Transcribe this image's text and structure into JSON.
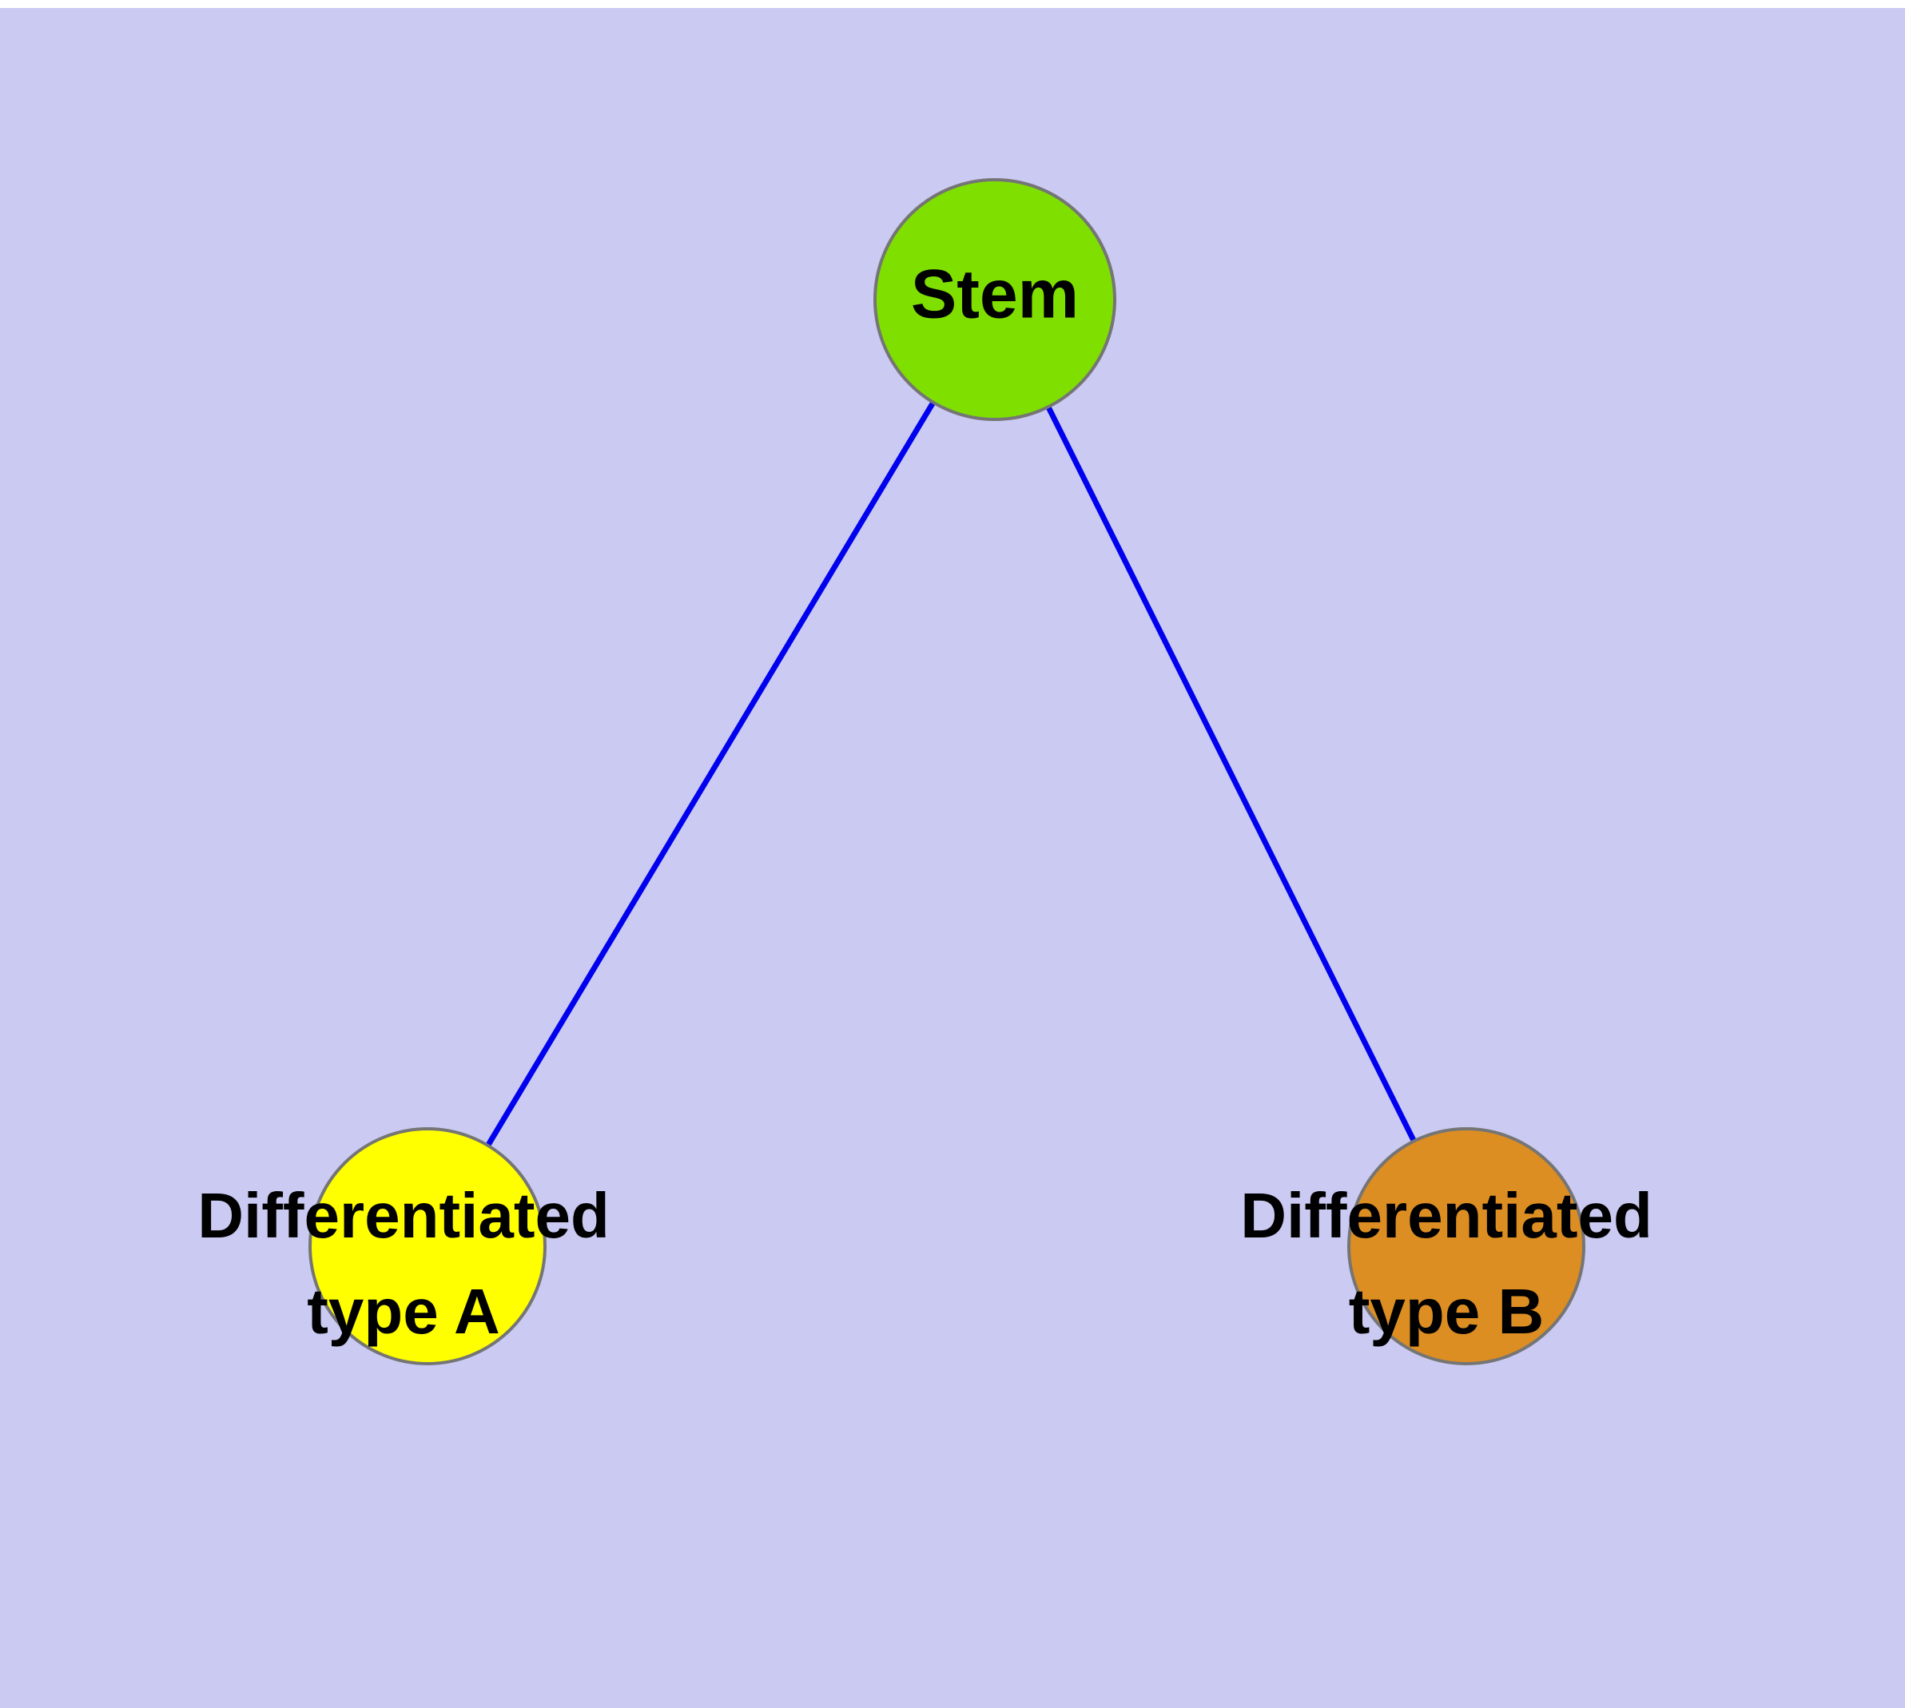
{
  "diagram": {
    "type": "graph",
    "background_color": "#cacaf2",
    "edge_color": "#0000ee",
    "node_border_color": "#757575",
    "label_color": "#000000",
    "nodes": {
      "stem": {
        "label": "Stem",
        "color": "#7fe000"
      },
      "type_a": {
        "label": "Differentiated type A",
        "label_line1": "Differentiated",
        "label_line2": "type A",
        "color": "#ffff00"
      },
      "type_b": {
        "label": "Differentiated type B",
        "label_line1": "Differentiated",
        "label_line2": "type B",
        "color": "#dd8e22"
      }
    },
    "edges": [
      {
        "from": "Stem",
        "to": "Differentiated type A"
      },
      {
        "from": "Stem",
        "to": "Differentiated type B"
      }
    ]
  }
}
